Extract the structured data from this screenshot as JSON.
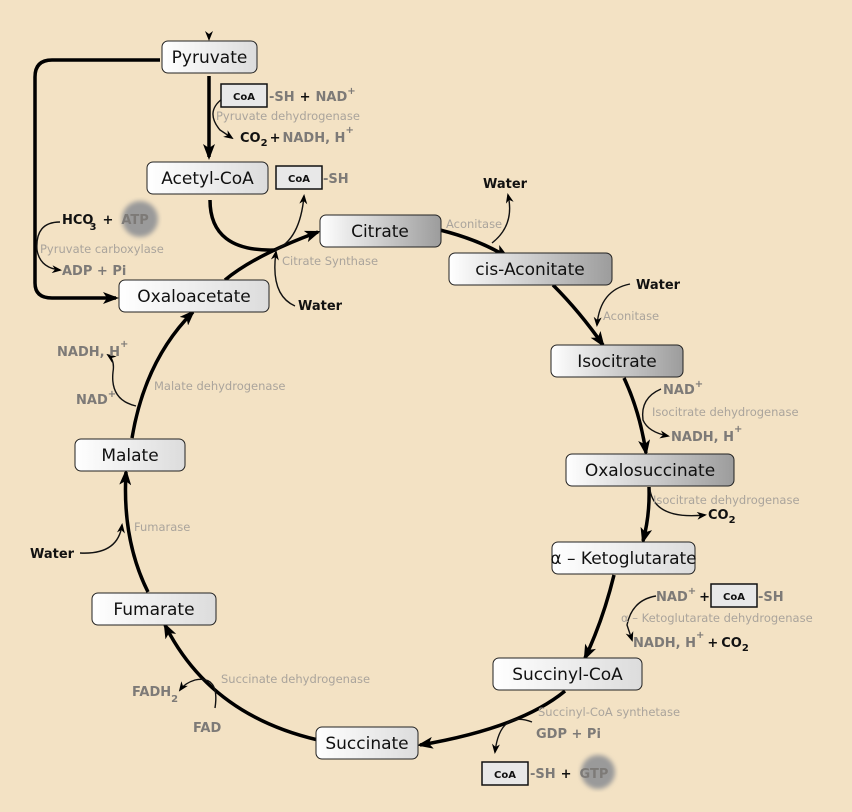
{
  "colors": {
    "background": "#f3e2c4",
    "enzyme_text": "#aaa49c",
    "cofactor_gray": "#7d7a77",
    "glow": "#9a9a9a"
  },
  "nodes": {
    "pyruvate": "Pyruvate",
    "acetyl_coa": "Acetyl-CoA",
    "citrate": "Citrate",
    "cis_aconitate": "cis-Aconitate",
    "isocitrate": "Isocitrate",
    "oxalosuccinate": "Oxalosuccinate",
    "alpha_ketoglutarate": "α – Ketoglutarate",
    "succinyl_coa": "Succinyl-CoA",
    "succinate": "Succinate",
    "fumarate": "Fumarate",
    "malate": "Malate",
    "oxaloacetate": "Oxaloacetate"
  },
  "enzymes": {
    "pyruvate_dehydrogenase": "Pyruvate dehydrogenase",
    "pyruvate_carboxylase": "Pyruvate carboxylase",
    "citrate_synthase": "Citrate Synthase",
    "aconitase_1": "Aconitase",
    "aconitase_2": "Aconitase",
    "isocitrate_dehydrogenase_1": "Isocitrate dehydrogenase",
    "isocitrate_dehydrogenase_2": "Isocitrate dehydrogenase",
    "akg_dehydrogenase": "α – Ketoglutarate dehydrogenase",
    "succinyl_coa_synthetase": "Succinyl-CoA synthetase",
    "succinate_dehydrogenase": "Succinate dehydrogenase",
    "fumarase": "Fumarase",
    "malate_dehydrogenase": "Malate dehydrogenase"
  },
  "cofactors": {
    "coa": "CoA",
    "sh": "-SH",
    "plus": "+",
    "sup_plus": "+",
    "nad": "NAD",
    "nadh_h": "NADH, H",
    "co": "CO",
    "sub2": "2",
    "sub3": "3",
    "sup_minus": "-",
    "hco": "HCO",
    "atp": "ATP",
    "adp_pi": "ADP + Pi",
    "water": "Water",
    "gdp_pi": "GDP + Pi",
    "gtp": "GTP",
    "fadh": "FADH",
    "fad": "FAD"
  }
}
